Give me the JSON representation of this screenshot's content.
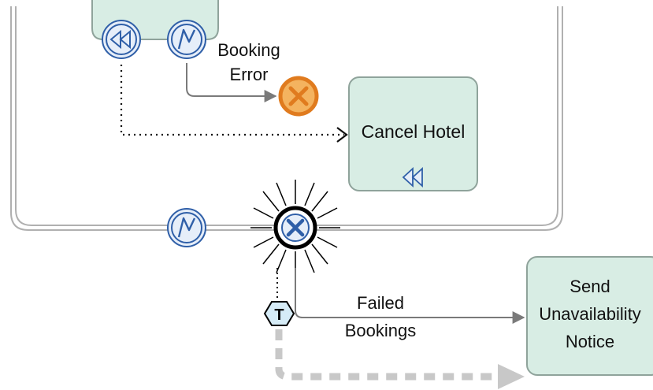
{
  "nodes": {
    "cancel_hotel": {
      "label": "Cancel Hotel",
      "marker_icon": "compensation-icon"
    },
    "send_notice": {
      "label_lines": [
        "Send",
        "Unavailability",
        "Notice"
      ]
    },
    "booking_error_end": {
      "icon": "error-end-event-icon"
    },
    "cancel_boundary_event": {
      "icon": "cancel-event-icon"
    },
    "error_boundary_inner": {
      "icon": "error-event-icon"
    },
    "compensation_boundary": {
      "icon": "compensation-event-icon"
    },
    "subprocess_error_boundary": {
      "icon": "error-event-icon"
    },
    "text_annotation_marker": {
      "icon": "text-annotation-icon",
      "label": "T"
    }
  },
  "labels": {
    "booking_error": [
      "Booking",
      "Error"
    ],
    "failed_bookings": [
      "Failed",
      "Bookings"
    ]
  },
  "colors": {
    "task_fill": "#d8ede4",
    "task_stroke": "#8fa39b",
    "event_blue": "#2f5fa8",
    "event_blue_fill": "#e6eef9",
    "error_orange": "#e07b1e",
    "error_fill": "#f4b35f",
    "flow_gray": "#7a7a7a",
    "dashed_gray": "#c8c8c8"
  }
}
